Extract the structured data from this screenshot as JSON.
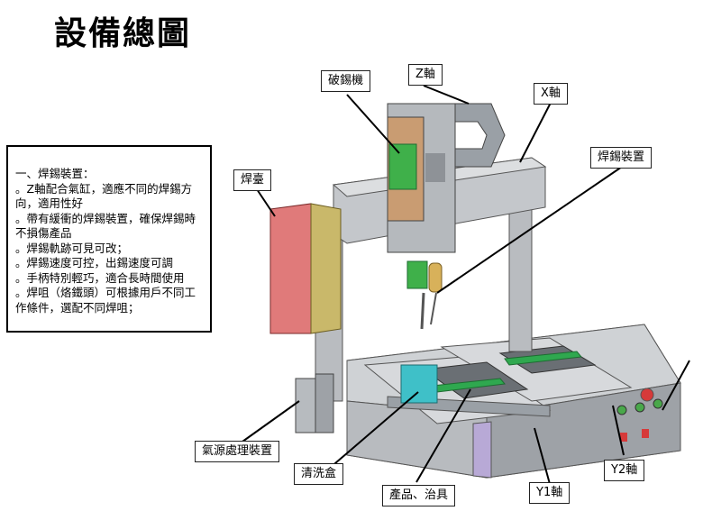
{
  "title": "設備總圖",
  "description": {
    "heading": "一、焊錫裝置：",
    "items": [
      "。Z軸配合氣缸，適應不同的焊錫方向，適用性好",
      "。帶有緩衝的焊錫裝置，確保焊錫時不損傷產品",
      "。焊錫軌跡可見可改；",
      "。焊錫速度可控，出錫速度可調",
      "。手柄特別輕巧，適合長時間使用",
      "。焊咀（烙鐵頭）可根據用戶不同工作條件，選配不同焊咀；"
    ]
  },
  "labels": {
    "wire_breaker": "破錫機",
    "z_axis": "Z軸",
    "x_axis": "X軸",
    "solder_device": "焊錫裝置",
    "solder_station": "焊臺",
    "air_source": "氣源處理裝置",
    "cleaning_box": "清洗盒",
    "product_fixture": "產品、治具",
    "y1_axis": "Y1軸",
    "y2_axis": "Y2軸"
  },
  "colors": {
    "frame": "#b9bcc0",
    "frame_dark": "#8d9196",
    "control_box": "#e07a7a",
    "fixture_green": "#2fa84f",
    "cleaning_box": "#3fc0c8",
    "feeder_green": "#3fb04a",
    "gold": "#d8b15a"
  }
}
